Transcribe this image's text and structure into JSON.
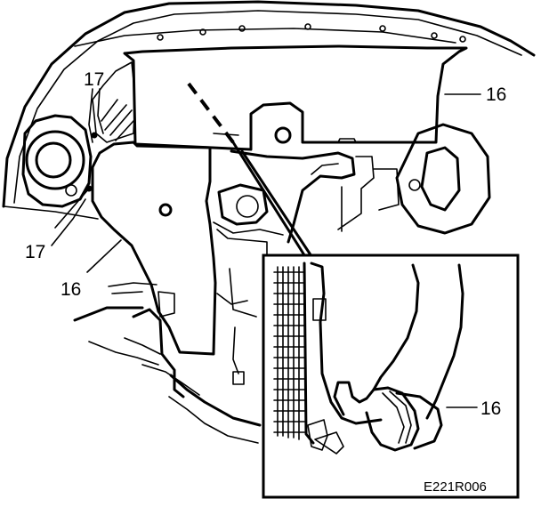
{
  "labels": {
    "panel_top": "16",
    "panel_left": "16",
    "clip_top": "17",
    "clip_bottom": "17",
    "hose_inset": "16"
  },
  "figure_code": "E221R006"
}
